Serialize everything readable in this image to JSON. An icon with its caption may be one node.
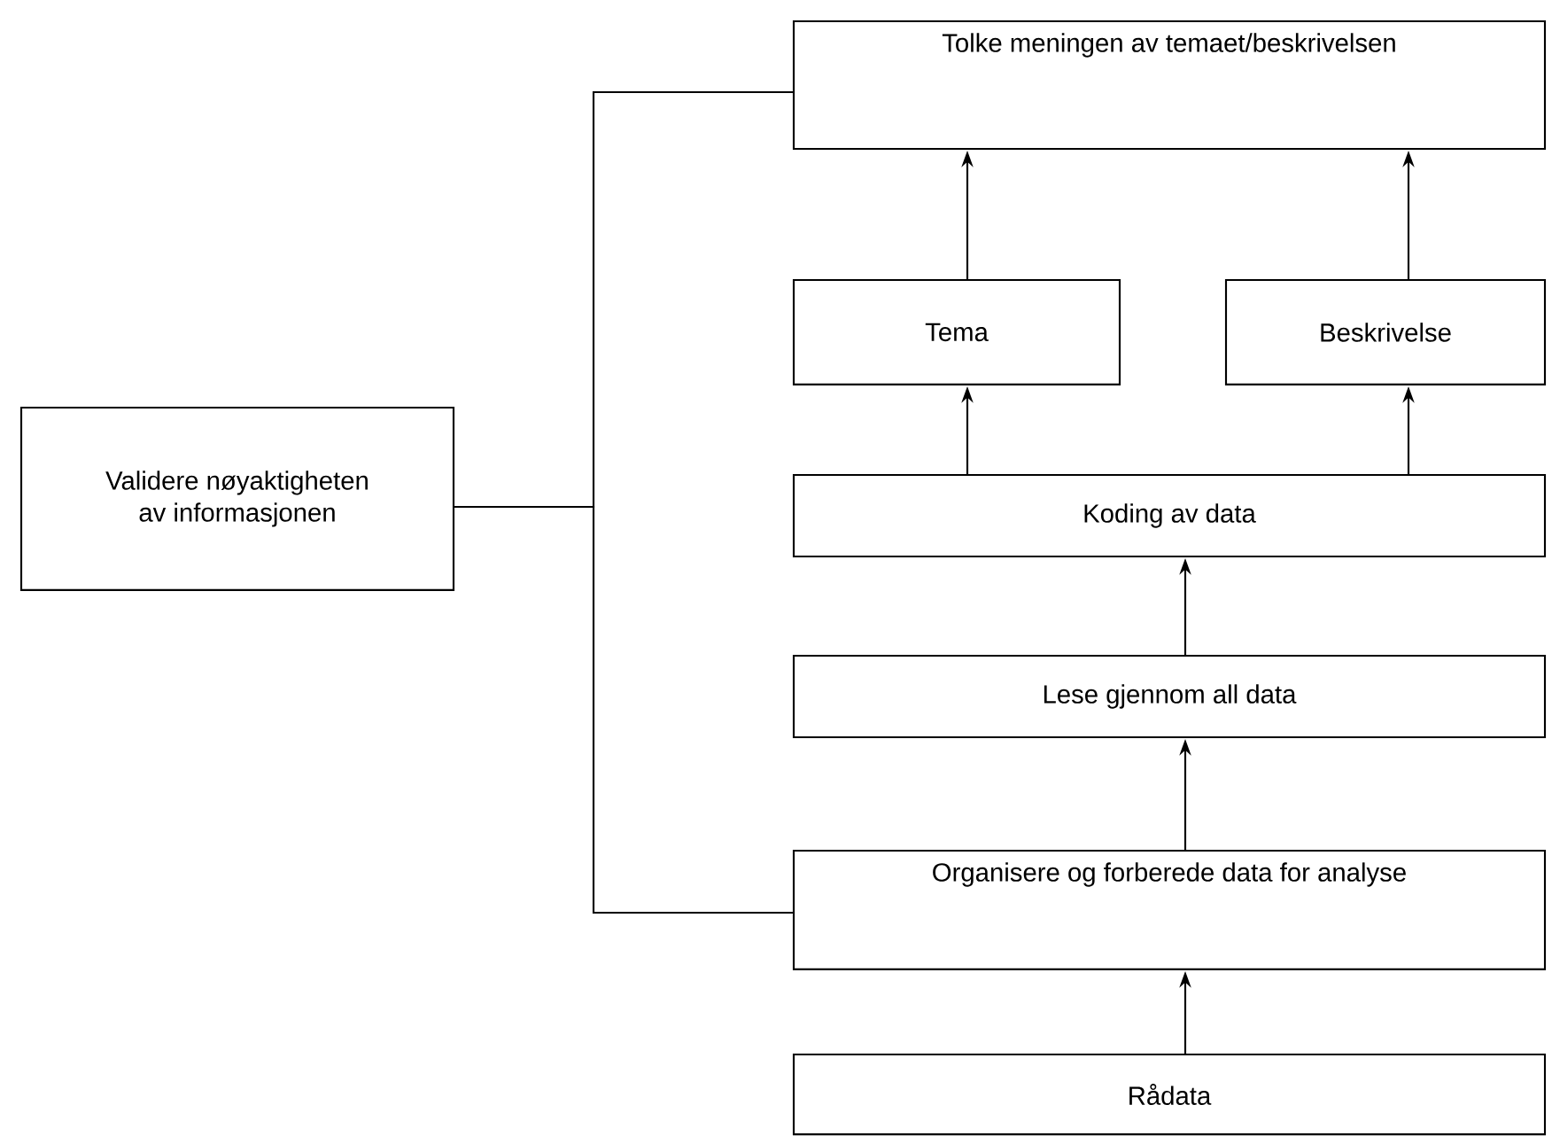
{
  "diagram": {
    "nodes": [
      {
        "text": [
          "Tolke meningen av temaet/beskrivelsen"
        ]
      },
      {
        "text": [
          "Tema"
        ]
      },
      {
        "text": [
          "Beskrivelse"
        ]
      },
      {
        "text": [
          "Koding av data"
        ]
      },
      {
        "text": [
          "Lese gjennom all data"
        ]
      },
      {
        "text": [
          "Organisere og forberede data for analyse"
        ]
      },
      {
        "text": [
          "Rådata"
        ]
      },
      {
        "text": [
          "Validere nøyaktigheten av informasjonen"
        ]
      }
    ],
    "edges": [
      {
        "from": 6,
        "to": 5,
        "arrow": "to"
      },
      {
        "from": 5,
        "to": 4,
        "arrow": "to"
      },
      {
        "from": 4,
        "to": 3,
        "arrow": "to"
      },
      {
        "from": 3,
        "to": 1,
        "arrow": "to"
      },
      {
        "from": 3,
        "to": 2,
        "arrow": "to"
      },
      {
        "from": 1,
        "to": 0,
        "arrow": "to"
      },
      {
        "from": 2,
        "to": 0,
        "arrow": "to"
      },
      {
        "from": 7,
        "to": 0,
        "arrow": "none"
      },
      {
        "from": 7,
        "to": 5,
        "arrow": "none"
      }
    ]
  }
}
